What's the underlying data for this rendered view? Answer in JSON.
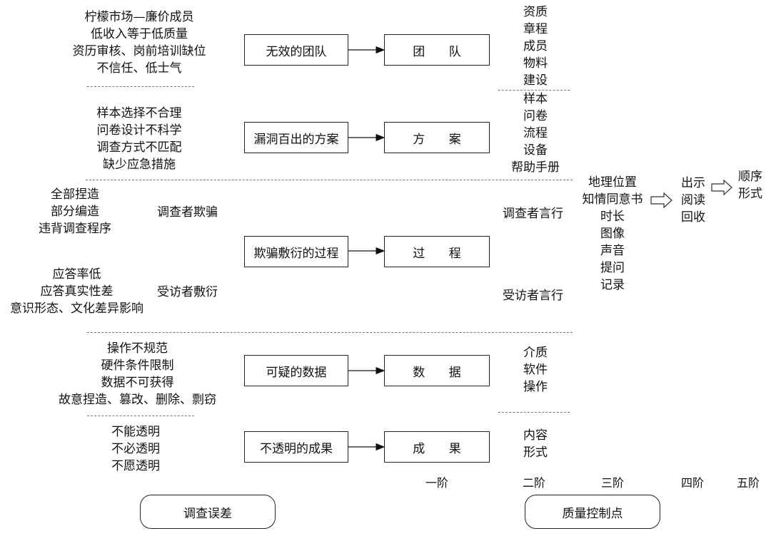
{
  "rows": [
    {
      "id": "team",
      "errors": [
        "柠檬市场—廉价成员",
        "低收入等于低质量",
        "资历审核、岗前培训缺位",
        "不信任、低士气"
      ],
      "problem": "无效的团队",
      "stage1": "团 队",
      "checkpoints": [
        "资质",
        "章程",
        "成员",
        "物料",
        "建设"
      ]
    },
    {
      "id": "plan",
      "errors": [
        "样本选择不合理",
        "问卷设计不科学",
        "调查方式不匹配",
        "缺少应急措施"
      ],
      "problem": "漏洞百出的方案",
      "stage1": "方 案",
      "checkpoints": [
        "样本",
        "问卷",
        "流程",
        "设备",
        "帮助手册"
      ]
    },
    {
      "id": "process",
      "errors_a": [
        "全部捏造",
        "部分编造",
        "违背调查程序"
      ],
      "cause_a": "调查者欺骗",
      "errors_b": [
        "应答率低",
        "应答真实性差",
        "意识形态、文化差异影响"
      ],
      "cause_b": "受访者敷衍",
      "problem": "欺骗敷衍的过程",
      "stage1": "过 程",
      "check_a": "调查者言行",
      "check_b": "受访者言行"
    },
    {
      "id": "data",
      "errors": [
        "操作不规范",
        "硬件条件限制",
        "数据不可获得",
        "故意捏造、篡改、删除、剽窃"
      ],
      "problem": "可疑的数据",
      "stage1": "数 据",
      "checkpoints": [
        "介质",
        "软件",
        "操作"
      ]
    },
    {
      "id": "result",
      "errors": [
        "不能透明",
        "不必透明",
        "不愿透明"
      ],
      "problem": "不透明的成果",
      "stage1": "成 果",
      "checkpoints": [
        "内容",
        "形式"
      ]
    }
  ],
  "third_stage": [
    "地理位置",
    "知情同意书",
    "时长",
    "图像",
    "声音",
    "提问",
    "记录"
  ],
  "fourth_stage": [
    "出示",
    "阅读",
    "回收"
  ],
  "fifth_stage": [
    "顺序",
    "形式"
  ],
  "stage_labels": [
    "一阶",
    "二阶",
    "三阶",
    "四阶",
    "五阶"
  ],
  "legend": {
    "left": "调查误差",
    "right": "质量控制点"
  }
}
